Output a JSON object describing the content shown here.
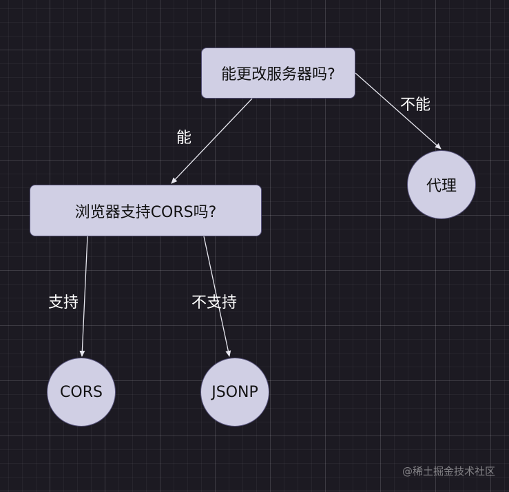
{
  "diagram": {
    "nodes": {
      "question_server": "能更改服务器吗?",
      "question_cors": "浏览器支持CORS吗?",
      "proxy": "代理",
      "cors": "CORS",
      "jsonp": "JSONP"
    },
    "edges": {
      "can": "能",
      "cannot": "不能",
      "supports": "支持",
      "not_supported": "不支持"
    },
    "colors": {
      "background": "#1c1a22",
      "node_fill": "#d0cfe4",
      "node_border": "#56527a",
      "edge": "#e8e8f0",
      "label_text": "#ffffff"
    }
  },
  "watermark": "@稀土掘金技术社区"
}
